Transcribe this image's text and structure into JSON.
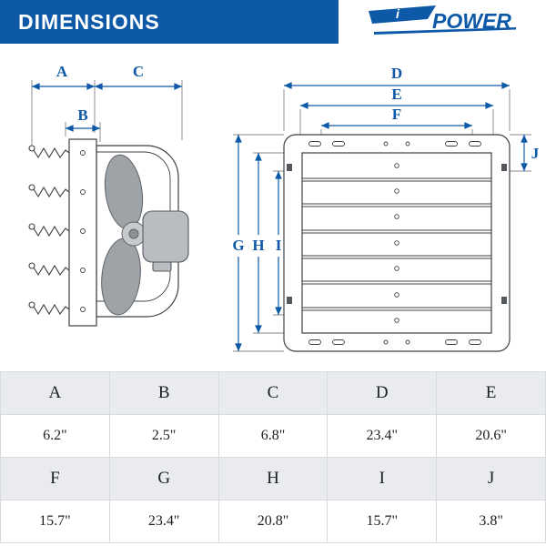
{
  "header": {
    "title": "DIMENSIONS",
    "brand_i": "i",
    "brand_name": "POWER"
  },
  "colors": {
    "header_blue": "#0d59a8",
    "dimension_blue": "#0d59a8",
    "table_header_bg": "#e9ebef"
  },
  "diagram": {
    "labels": {
      "A": "A",
      "B": "B",
      "C": "C",
      "D": "D",
      "E": "E",
      "F": "F",
      "G": "G",
      "H": "H",
      "I": "I",
      "J": "J"
    }
  },
  "table": {
    "rows": [
      {
        "cells": [
          "A",
          "B",
          "C",
          "D",
          "E"
        ]
      },
      {
        "cells": [
          "6.2\"",
          "2.5\"",
          "6.8\"",
          "23.4\"",
          "20.6\""
        ]
      },
      {
        "cells": [
          "F",
          "G",
          "H",
          "I",
          "J"
        ]
      },
      {
        "cells": [
          "15.7\"",
          "23.4\"",
          "20.8\"",
          "15.7\"",
          "3.8\""
        ]
      }
    ]
  },
  "chart_data": {
    "type": "table",
    "title": "DIMENSIONS",
    "dimensions": {
      "A": "6.2\"",
      "B": "2.5\"",
      "C": "6.8\"",
      "D": "23.4\"",
      "E": "20.6\"",
      "F": "15.7\"",
      "G": "23.4\"",
      "H": "20.8\"",
      "I": "15.7\"",
      "J": "3.8\""
    }
  }
}
